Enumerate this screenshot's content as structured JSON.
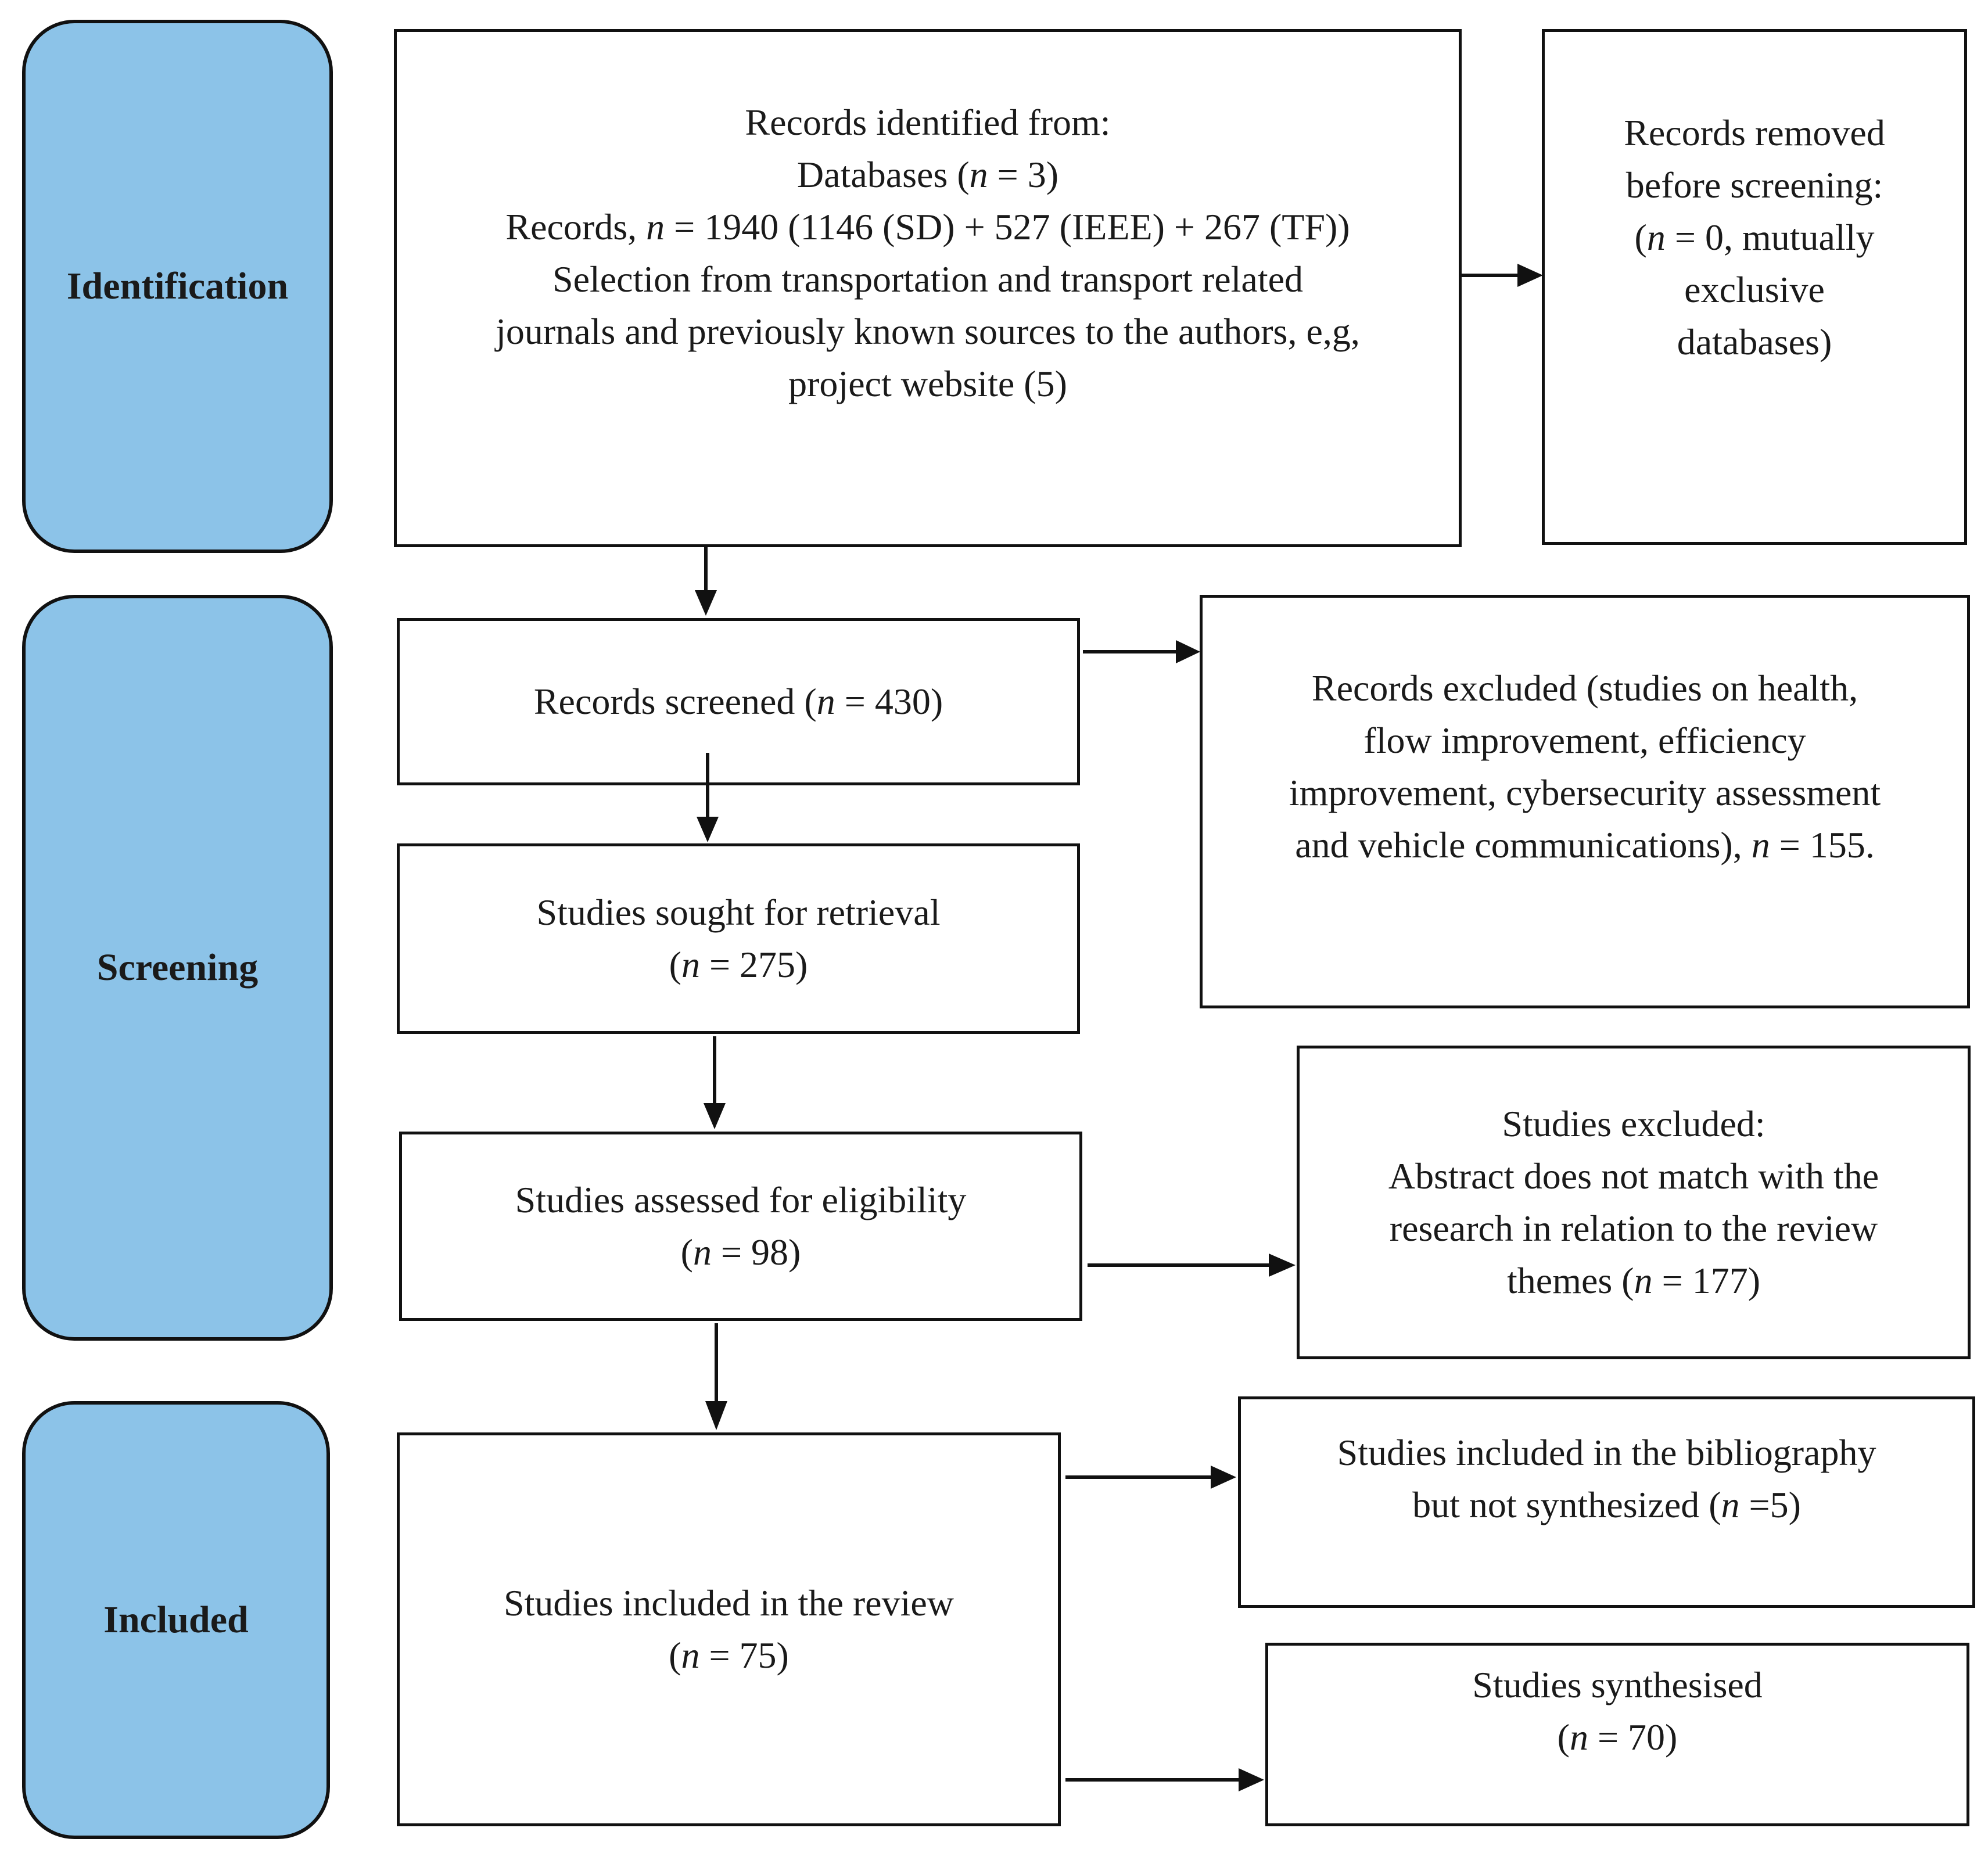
{
  "colors": {
    "stage_fill": "#8CC3E8",
    "stroke": "#111111",
    "box_fill": "#ffffff"
  },
  "stages": {
    "identification": "Identification",
    "screening": "Screening",
    "included": "Included"
  },
  "boxes": {
    "records_identified": [
      [
        "Records identified from:"
      ],
      [
        "Databases (",
        {
          "i": "n"
        },
        " = 3)"
      ],
      [
        "Records, ",
        {
          "i": "n"
        },
        " = 1940 (1146 (SD) + 527 (IEEE) + 267 (TF))"
      ],
      [
        "Selection from transportation and transport related"
      ],
      [
        "journals and previously known sources to the authors, e,g,"
      ],
      [
        "project website (5)"
      ]
    ],
    "records_removed": [
      [
        "Records removed"
      ],
      [
        "before screening:"
      ],
      [
        "(",
        {
          "i": "n"
        },
        " = 0, mutually"
      ],
      [
        "exclusive"
      ],
      [
        "databases)"
      ]
    ],
    "records_screened": [
      [
        "Records screened (",
        {
          "i": "n"
        },
        " = 430)"
      ]
    ],
    "records_excluded": [
      [
        "Records excluded (studies on health,"
      ],
      [
        "flow improvement, efficiency"
      ],
      [
        "improvement, cybersecurity assessment"
      ],
      [
        "and vehicle communications), ",
        {
          "i": "n"
        },
        " = 155."
      ]
    ],
    "studies_sought": [
      [
        "Studies sought for retrieval"
      ],
      [
        "(",
        {
          "i": "n"
        },
        " = 275)"
      ]
    ],
    "studies_assessed": [
      [
        "Studies assessed for eligibility"
      ],
      [
        "(",
        {
          "i": "n"
        },
        " = 98)"
      ]
    ],
    "studies_excluded": [
      [
        "Studies excluded:"
      ],
      [
        "Abstract does not match with the"
      ],
      [
        "research in relation to the review"
      ],
      [
        "themes (",
        {
          "i": "n"
        },
        " = 177)"
      ]
    ],
    "studies_included": [
      [
        "Studies included in the review"
      ],
      [
        "(",
        {
          "i": "n"
        },
        " = 75)"
      ]
    ],
    "bibliography_only": [
      [
        "Studies included in the bibliography"
      ],
      [
        "but not synthesized (",
        {
          "i": "n"
        },
        " =5)"
      ]
    ],
    "synthesised": [
      [
        "Studies synthesised"
      ],
      [
        "(",
        {
          "i": "n"
        },
        " = 70)"
      ]
    ]
  }
}
